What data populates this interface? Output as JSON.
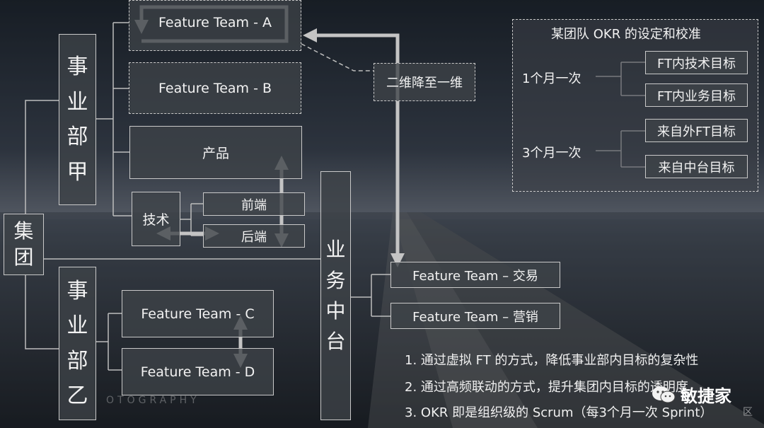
{
  "group": {
    "label": "集团"
  },
  "bu_a": {
    "label": "事业部甲"
  },
  "bu_b": {
    "label": "事业部乙"
  },
  "middle_office": {
    "label": "业务中台"
  },
  "teams": {
    "fta": "Feature Team - A",
    "ftb": "Feature Team - B",
    "product": "产品",
    "tech": "技术",
    "frontend": "前端",
    "backend": "后端",
    "ftc": "Feature Team - C",
    "ftd": "Feature Team - D",
    "trade": "Feature Team – 交易",
    "marketing": "Feature Team – 营销"
  },
  "dim_reduce": "二维降至一维",
  "okr_panel": {
    "title": "某团队 OKR 的设定和校准",
    "monthly": "1个月一次",
    "quarterly": "3个月一次",
    "items": [
      "FT内技术目标",
      "FT内业务目标",
      "来自外FT目标",
      "来自中台目标"
    ]
  },
  "notes": [
    "1.   通过虚拟 FT 的方式，降低事业部内目标的复杂性",
    "2.   通过高频联动的方式，提升集团内目标的透明度",
    "3.   OKR 即是组织级的 Scrum（每3个月一次 Sprint）"
  ],
  "watermark": {
    "brand": "敏捷家",
    "suffix": "区",
    "photo": "OTOGRAPHY"
  },
  "colors": {
    "box_fill": "#3e4248",
    "line": "#bdbdbd",
    "arrow": "#b8b8b8"
  }
}
